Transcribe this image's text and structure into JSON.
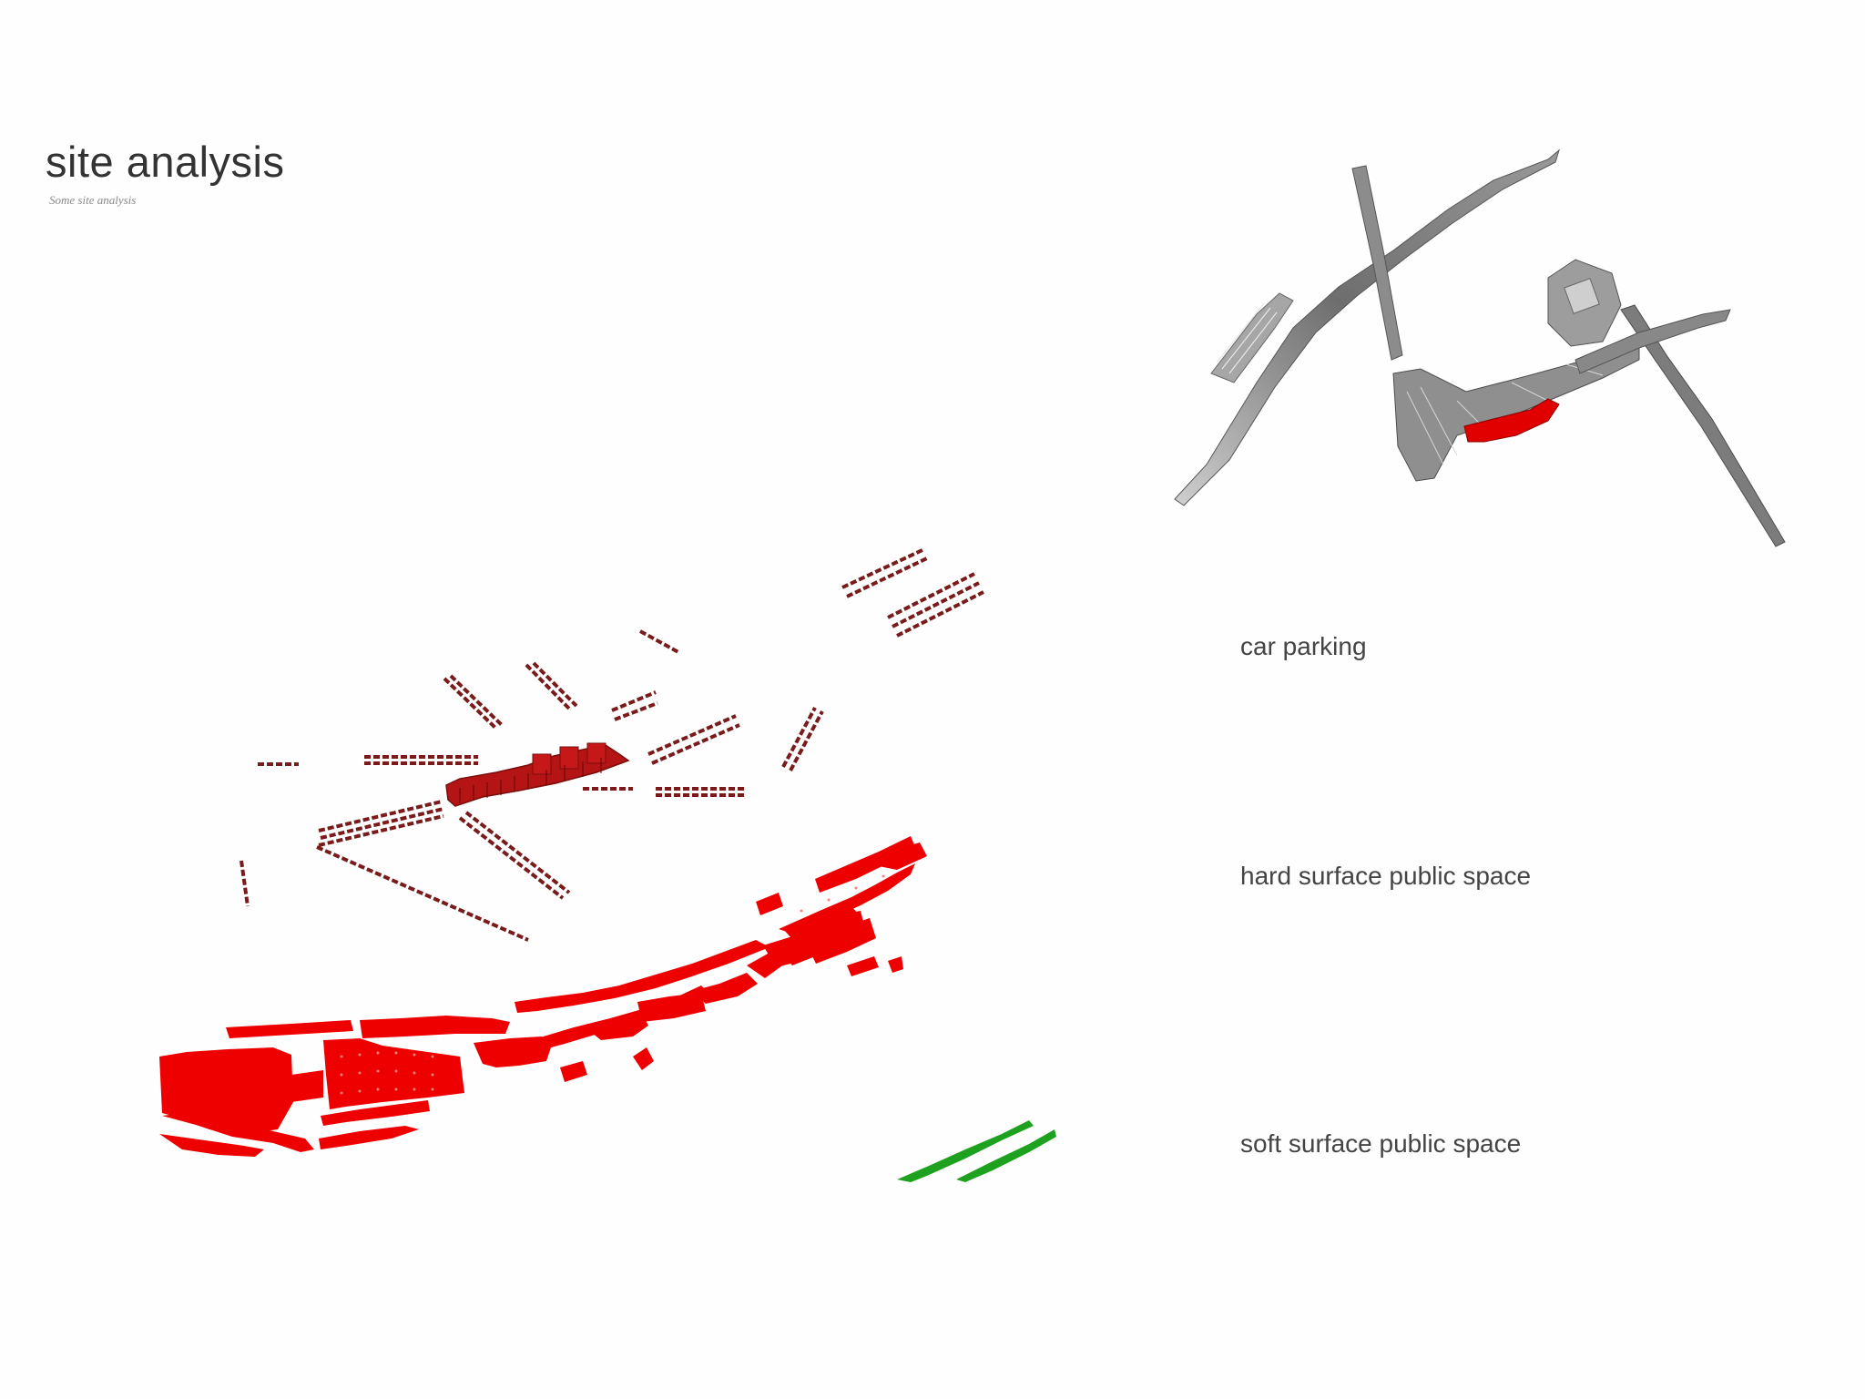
{
  "page": {
    "title": "site analysis",
    "subtitle": "Some site analysis"
  },
  "legend": {
    "car_parking": "car parking",
    "hard_surface": "hard surface public space",
    "soft_surface": "soft surface public space"
  },
  "colors": {
    "car_parking": "#7a1b1b",
    "hard_surface": "#ef0000",
    "soft_surface": "#1ea11e",
    "site_highlight": "#e00000",
    "context_map": "#777777"
  },
  "icons": {
    "context_map": "site-location-map-icon"
  }
}
